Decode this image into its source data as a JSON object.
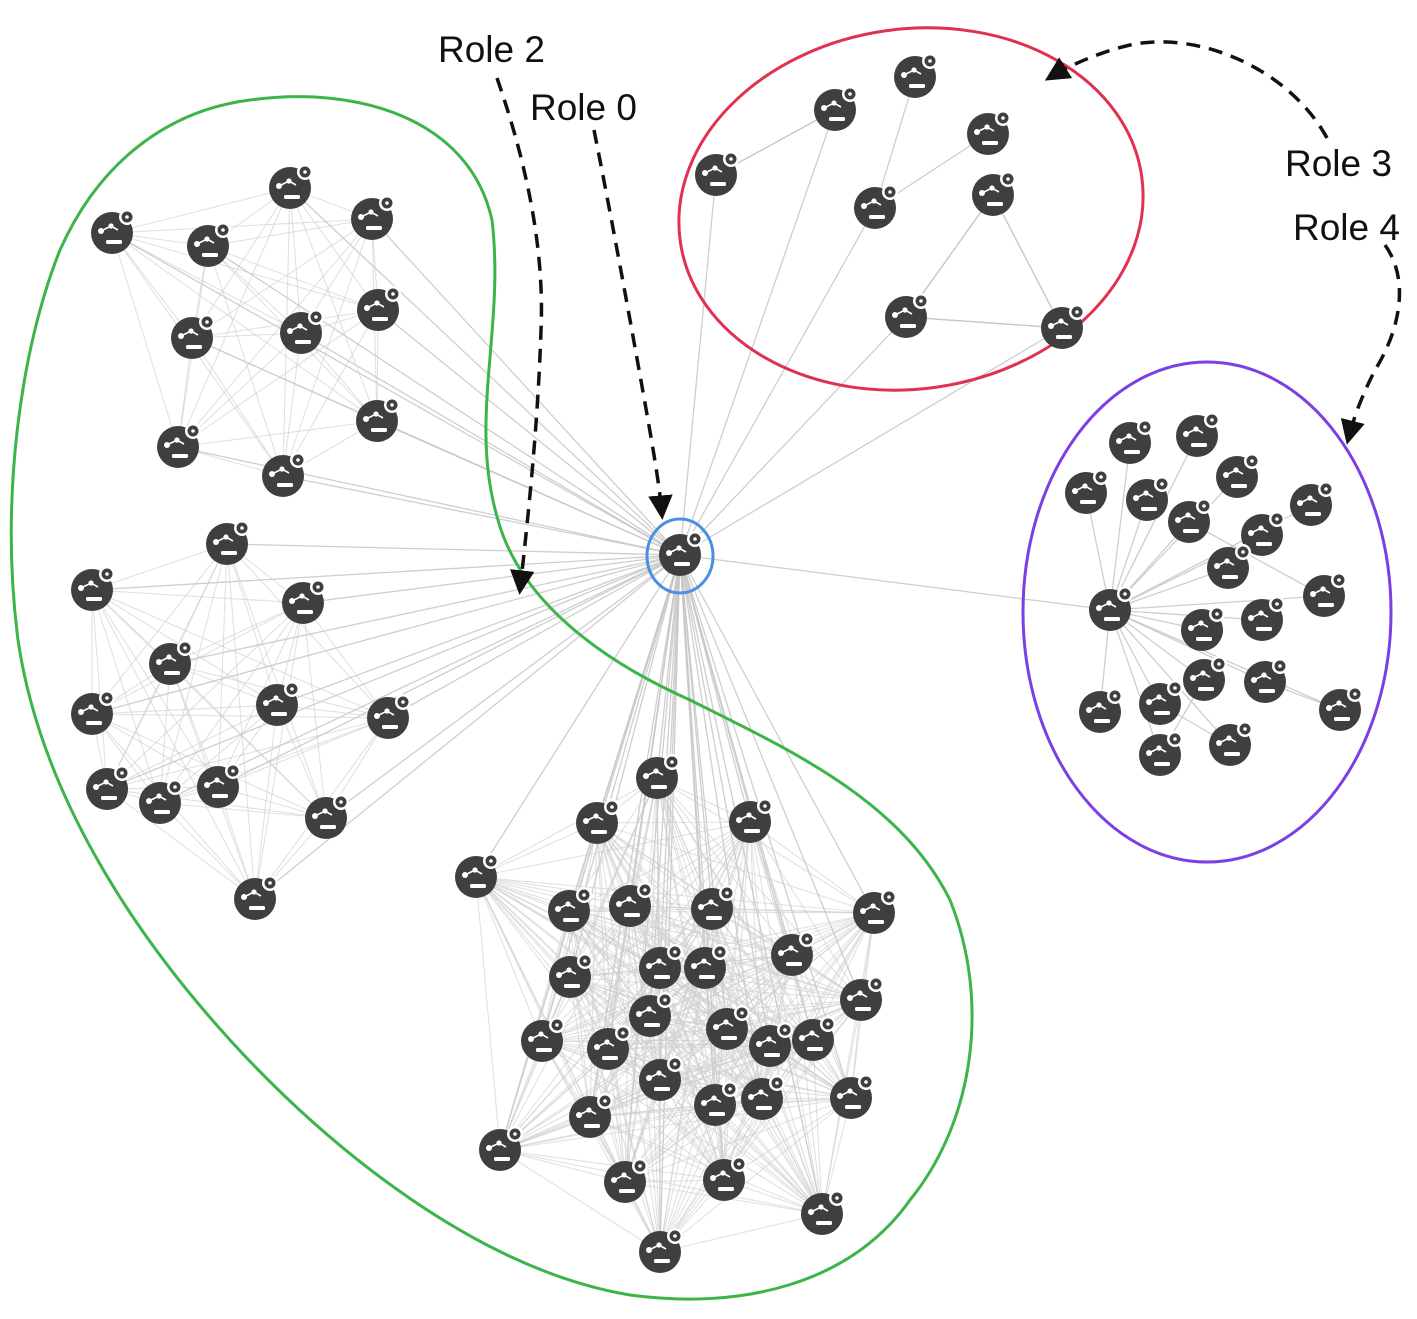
{
  "labels": {
    "role_2": "Role 2",
    "role_0": "Role 0",
    "role_3": "Role 3",
    "role_4": "Role 4"
  },
  "colors": {
    "role_2_boundary": "#3cb449",
    "role_0_boundary": "#4a90e2",
    "role_3_boundary": "#e0314f",
    "role_4_boundary": "#7b3fe4",
    "node_fill": "#3f3f3f",
    "edge": "#c6c6c6",
    "arrow": "#111111"
  },
  "icons": {
    "node": "user-node-icon"
  }
}
